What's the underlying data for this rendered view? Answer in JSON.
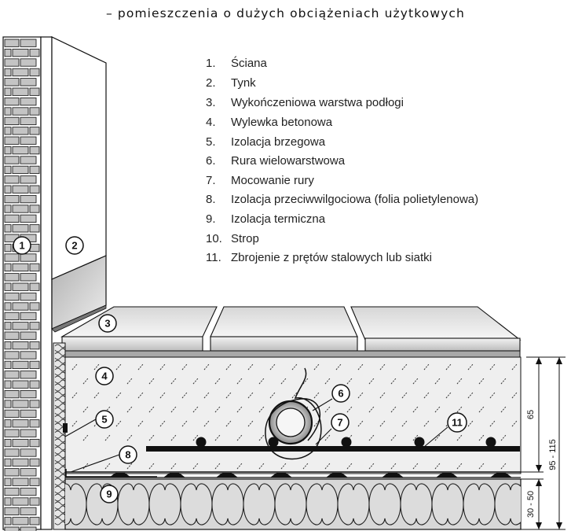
{
  "title": "– pomieszczenia o dużych obciążeniach użytkowych",
  "legend": [
    {
      "num": "1.",
      "text": "Ściana"
    },
    {
      "num": "2.",
      "text": "Tynk"
    },
    {
      "num": "3.",
      "text": "Wykończeniowa warstwa podłogi"
    },
    {
      "num": "4.",
      "text": "Wylewka betonowa"
    },
    {
      "num": "5.",
      "text": "Izolacja brzegowa"
    },
    {
      "num": "6.",
      "text": "Rura wielowarstwowa"
    },
    {
      "num": "7.",
      "text": "Mocowanie rury"
    },
    {
      "num": "8.",
      "text": "Izolacja przeciwwilgociowa (folia polietylenowa)"
    },
    {
      "num": "9.",
      "text": "Izolacja termiczna"
    },
    {
      "num": "10.",
      "text": "Strop"
    },
    {
      "num": "11.",
      "text": "Zbrojenie z prętów stalowych lub siatki"
    }
  ],
  "callouts": [
    "1",
    "2",
    "3",
    "4",
    "5",
    "6",
    "7",
    "8",
    "9",
    "11"
  ],
  "dimensions": {
    "screed": "65",
    "total": "95 - 115",
    "insulation": "30 - 50"
  },
  "colors": {
    "brick": "#c8c8c8",
    "screed": "#ececec",
    "tile_light": "#f4f4f4",
    "tile_dark": "#9a9a9a",
    "insulation": "#d4d4d4",
    "line": "#111111"
  }
}
